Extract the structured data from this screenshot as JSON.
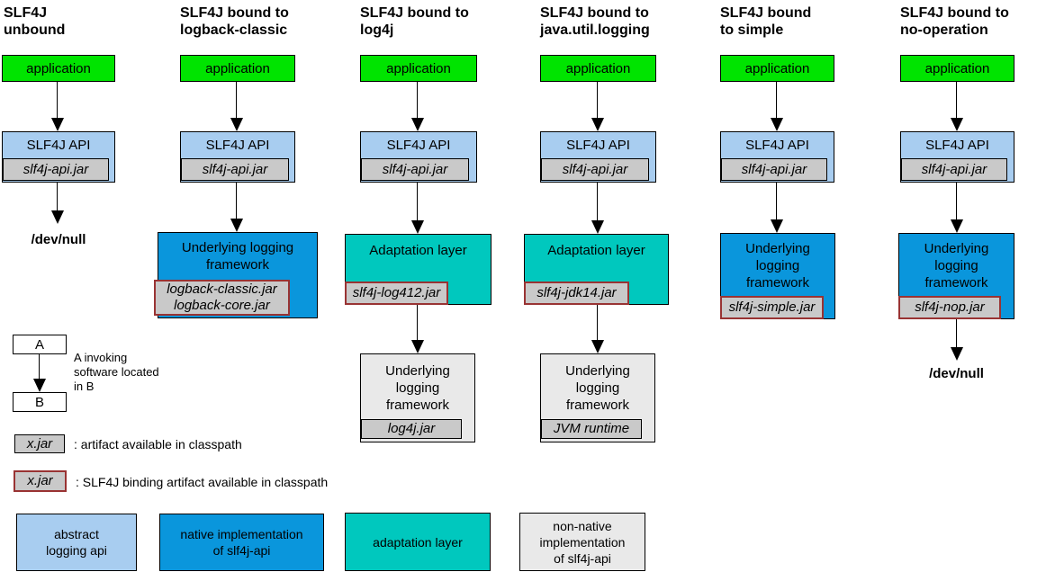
{
  "columns": [
    {
      "title_lines": [
        "SLF4J",
        "unbound"
      ],
      "app_label": "application",
      "api_label": "SLF4J API",
      "api_jar": "slf4j-api.jar",
      "sink_label": "/dev/null"
    },
    {
      "title_lines": [
        "SLF4J bound to",
        "logback-classic"
      ],
      "app_label": "application",
      "api_label": "SLF4J API",
      "api_jar": "slf4j-api.jar",
      "impl_label_lines": [
        "Underlying logging",
        "framework"
      ],
      "impl_jar_lines": [
        "logback-classic.jar",
        "logback-core.jar"
      ]
    },
    {
      "title_lines": [
        "SLF4J bound to",
        "log4j"
      ],
      "app_label": "application",
      "api_label": "SLF4J API",
      "api_jar": "slf4j-api.jar",
      "adapter_label": "Adaptation layer",
      "adapter_jar": "slf4j-log412.jar",
      "impl_label_lines": [
        "Underlying",
        "logging",
        "framework"
      ],
      "impl_jar": "log4j.jar"
    },
    {
      "title_lines": [
        "SLF4J bound to",
        "java.util.logging"
      ],
      "app_label": "application",
      "api_label": "SLF4J API",
      "api_jar": "slf4j-api.jar",
      "adapter_label": "Adaptation layer",
      "adapter_jar": "slf4j-jdk14.jar",
      "impl_label_lines": [
        "Underlying",
        "logging",
        "framework"
      ],
      "impl_jar": "JVM runtime"
    },
    {
      "title_lines": [
        "SLF4J bound",
        "to simple"
      ],
      "app_label": "application",
      "api_label": "SLF4J API",
      "api_jar": "slf4j-api.jar",
      "impl_label_lines": [
        "Underlying",
        "logging",
        "framework"
      ],
      "impl_jar": "slf4j-simple.jar"
    },
    {
      "title_lines": [
        "SLF4J bound to",
        "no-operation"
      ],
      "app_label": "application",
      "api_label": "SLF4J API",
      "api_jar": "slf4j-api.jar",
      "impl_label_lines": [
        "Underlying",
        "logging",
        "framework"
      ],
      "impl_jar": "slf4j-nop.jar",
      "sink_label": "/dev/null"
    }
  ],
  "legend": {
    "invoker_box": "A",
    "invokee_box": "B",
    "invoke_text_lines": [
      "A invoking",
      "software located",
      "in B"
    ],
    "plain_jar_box": "x.jar",
    "plain_jar_text": ": artifact available in classpath",
    "binding_jar_box": "x.jar",
    "binding_jar_text": ": SLF4J binding artifact available in classpath",
    "swatch_abstract_lines": [
      "abstract",
      "logging api"
    ],
    "swatch_native_lines": [
      "native implementation",
      "of slf4j-api"
    ],
    "swatch_adapter_line": "adaptation layer",
    "swatch_nonnative_lines": [
      "non-native",
      "implementation",
      "of slf4j-api"
    ]
  },
  "colors": {
    "application_green": "#00e400",
    "abstract_blue": "#a8cdf0",
    "native_blue": "#0a96dc",
    "adapter_teal": "#00c8be",
    "non_native_gray": "#e9e9e9",
    "jar_gray": "#c9c9c9",
    "binding_border_red": "#993333"
  }
}
